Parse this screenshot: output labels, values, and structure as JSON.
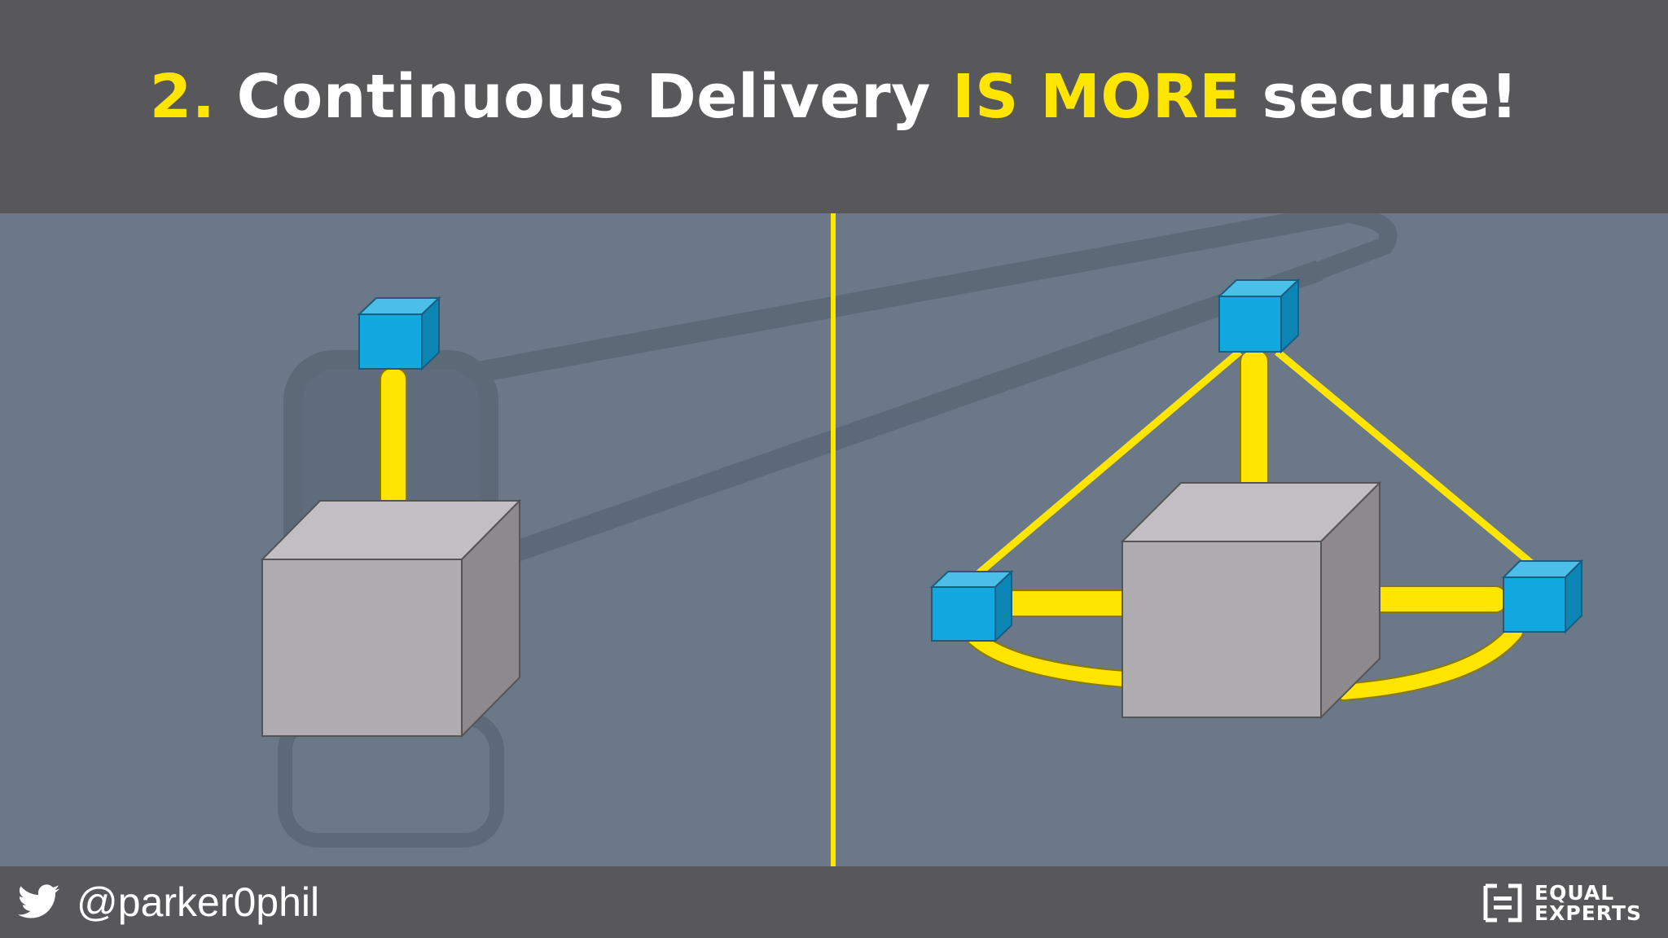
{
  "slide": {
    "title_number": "2.",
    "title_part1": " Continuous Delivery ",
    "title_emphasis": "IS MORE",
    "title_part2": " secure!"
  },
  "footer": {
    "twitter_handle": "@parker0phil",
    "twitter_icon": "twitter-bird-icon",
    "logo_line1": "EQUAL",
    "logo_line2": "EXPERTS"
  },
  "colors": {
    "background": "#58585a",
    "stage": "#6a7888",
    "accent_yellow": "#ffe500",
    "cube_blue": "#12a9e0",
    "cube_grey": "#b0adb0"
  }
}
